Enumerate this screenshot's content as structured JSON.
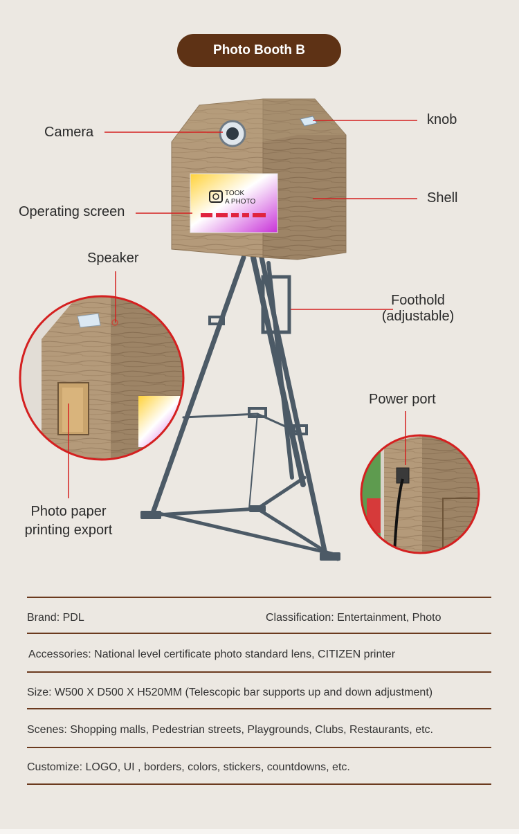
{
  "title": "Photo Booth B",
  "labels": {
    "camera": "Camera",
    "knob": "knob",
    "shell": "Shell",
    "operating_screen": "Operating screen",
    "speaker": "Speaker",
    "foothold_line1": "Foothold",
    "foothold_line2": "(adjustable)",
    "power_port": "Power port",
    "photo_paper_line1": "Photo paper",
    "photo_paper_line2": "printing export"
  },
  "screen": {
    "line1": "TOOK",
    "line2": "A PHOTO"
  },
  "specs": {
    "brand_label": "Brand:",
    "brand_value": "PDL",
    "classification_label": "Classification:",
    "classification_value": "Entertainment, Photo",
    "accessories_label": "Accessories:",
    "accessories_value": "National level certificate photo standard lens, CITIZEN printer",
    "size_label": "Size:",
    "size_value": "W500 X D500 X  H520MM (Telescopic bar supports up and down adjustment)",
    "scenes_label": "Scenes:",
    "scenes_value": "Shopping malls, Pedestrian streets, Playgrounds, Clubs, Restaurants, etc.",
    "customize_label": "Customize:",
    "customize_value": "LOGO, UI , borders, colors, stickers, countdowns, etc."
  },
  "colors": {
    "accent": "#5e3215",
    "callout": "#d42020",
    "wood": "#a98e6e",
    "tripod": "#4c5a66"
  }
}
